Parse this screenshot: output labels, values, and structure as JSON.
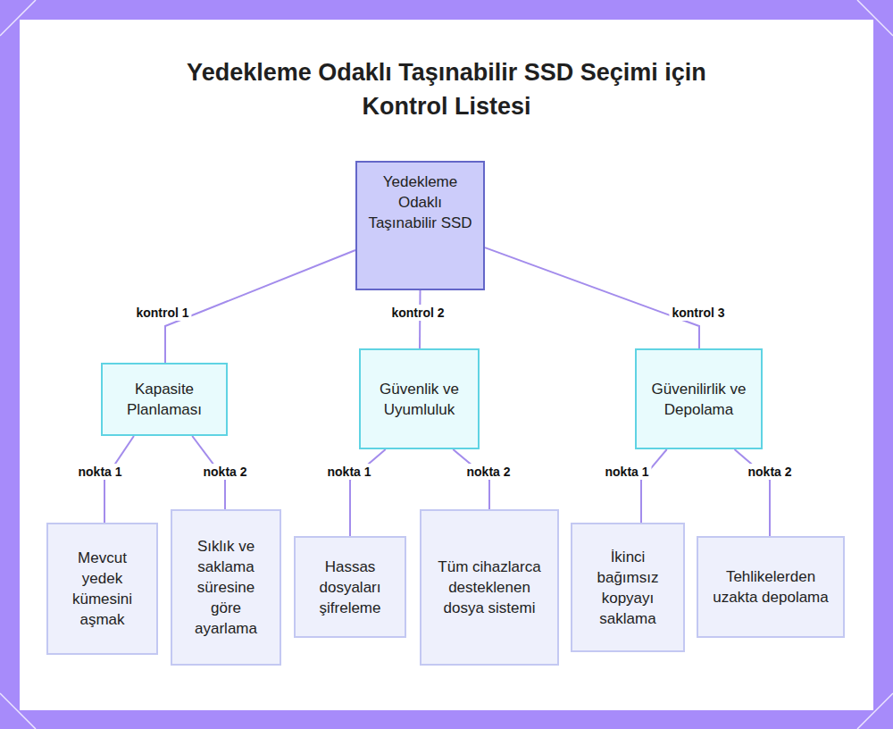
{
  "diagram": {
    "title": "Yedekleme Odaklı Taşınabilir SSD Seçimi için Kontrol Listesi",
    "nodes": [
      {
        "text": [
          "Yedekleme Odaklı Taşınabilir SSD"
        ]
      },
      {
        "text": [
          "Kapasite Planlaması"
        ]
      },
      {
        "text": [
          "Güvenlik ve Uyumluluk"
        ]
      },
      {
        "text": [
          "Güvenilirlik ve Depolama"
        ]
      },
      {
        "text": [
          "Mevcut yedek kümesini aşmak"
        ]
      },
      {
        "text": [
          "Sıklık ve saklama süresine göre ayarlama"
        ]
      },
      {
        "text": [
          "Hassas dosyaları şifreleme"
        ]
      },
      {
        "text": [
          "Tüm cihazlarca desteklenen dosya sistemi"
        ]
      },
      {
        "text": [
          "İkinci bağımsız kopyayı saklama"
        ]
      },
      {
        "text": [
          "Tehlikelerden uzakta depolama"
        ]
      }
    ],
    "edges": [
      {
        "from": 0,
        "to": 1,
        "label": "kontrol 1",
        "arrow": "none"
      },
      {
        "from": 0,
        "to": 2,
        "label": "kontrol 2",
        "arrow": "none"
      },
      {
        "from": 0,
        "to": 3,
        "label": "kontrol 3",
        "arrow": "none"
      },
      {
        "from": 1,
        "to": 4,
        "label": "nokta 1",
        "arrow": "none"
      },
      {
        "from": 1,
        "to": 5,
        "label": "nokta 2",
        "arrow": "none"
      },
      {
        "from": 2,
        "to": 6,
        "label": "nokta 1",
        "arrow": "none"
      },
      {
        "from": 2,
        "to": 7,
        "label": "nokta 2",
        "arrow": "none"
      },
      {
        "from": 3,
        "to": 8,
        "label": "nokta 1",
        "arrow": "none"
      },
      {
        "from": 3,
        "to": 9,
        "label": "nokta 2",
        "arrow": "none"
      }
    ]
  }
}
